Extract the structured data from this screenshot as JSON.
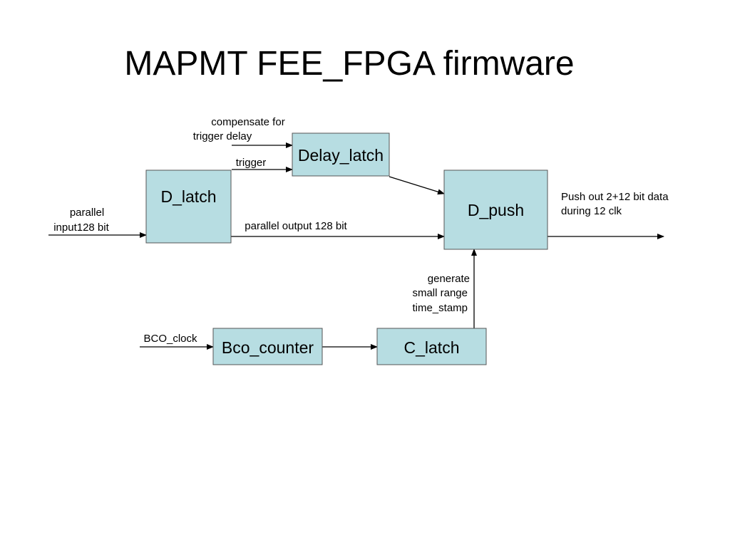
{
  "slide": {
    "title": "MAPMT FEE_FPGA firmware"
  },
  "blocks": {
    "d_latch": "D_latch",
    "delay_latch": "Delay_latch",
    "d_push": "D_push",
    "bco_counter": "Bco_counter",
    "c_latch": "C_latch"
  },
  "labels": {
    "input_line1": "parallel",
    "input_line2": "input128 bit",
    "compensate_line1": "compensate for",
    "compensate_line2": "trigger delay",
    "trigger": "trigger",
    "parallel_output": "parallel output 128 bit",
    "push_out_line1": "Push out 2+12 bit data",
    "push_out_line2": "during 12 clk",
    "generate_line1": "generate",
    "generate_line2": "small range",
    "generate_line3": "time_stamp",
    "bco_clock": "BCO_clock"
  },
  "colors": {
    "block_fill": "#b7dde2",
    "block_border": "#555555",
    "line": "#000000"
  }
}
